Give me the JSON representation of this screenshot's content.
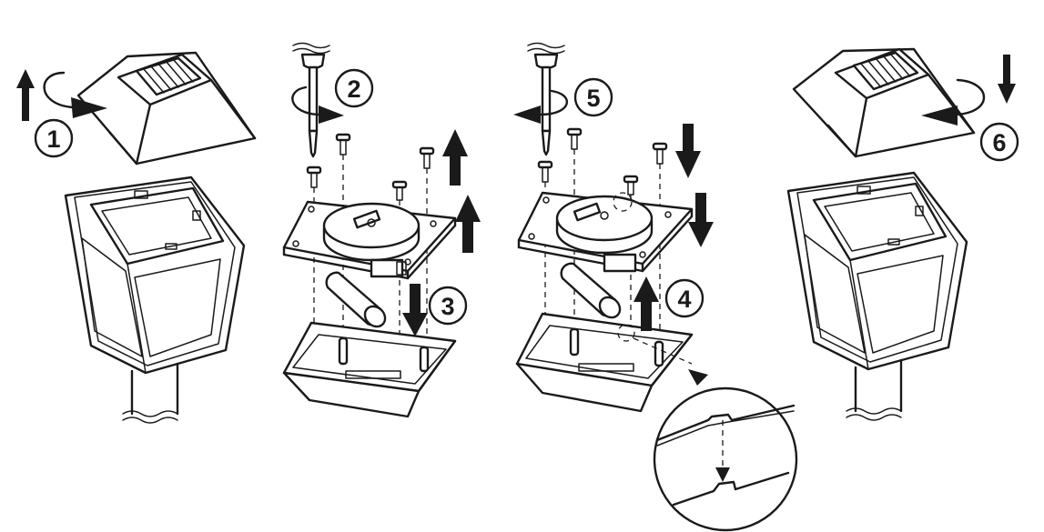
{
  "steps": [
    {
      "number": "1",
      "action": "lift-and-rotate-cap"
    },
    {
      "number": "2",
      "action": "unscrew-cover-plate"
    },
    {
      "number": "3",
      "action": "remove-battery"
    },
    {
      "number": "4",
      "action": "insert-battery-align-notch"
    },
    {
      "number": "5",
      "action": "screw-cover-plate"
    },
    {
      "number": "6",
      "action": "replace-and-rotate-cap"
    }
  ],
  "colors": {
    "line": "#1a1a1a",
    "background": "#ffffff"
  }
}
